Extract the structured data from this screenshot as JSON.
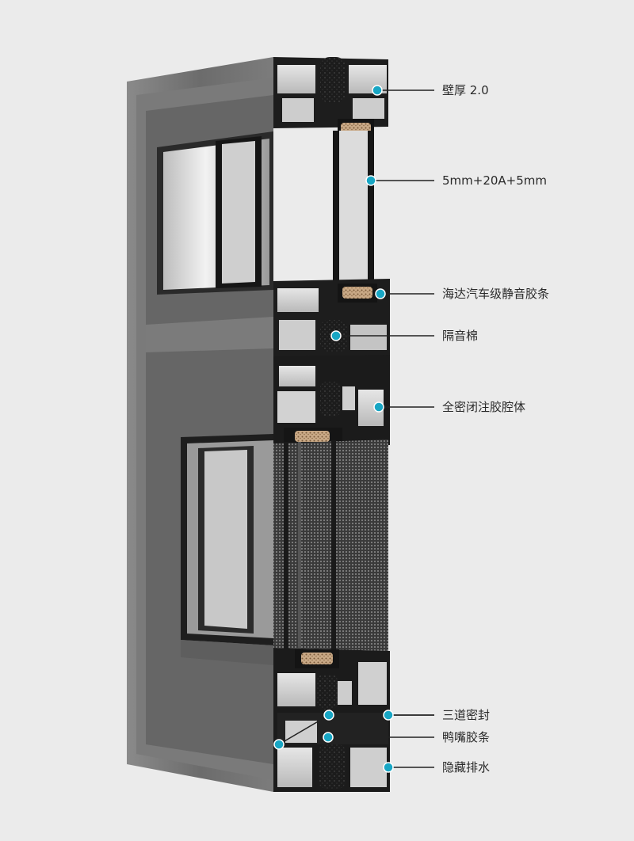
{
  "callouts": [
    {
      "id": "wall-thickness",
      "text": "壁厚 2.0"
    },
    {
      "id": "glass-spec",
      "text": "5mm+20A+5mm"
    },
    {
      "id": "sealing-strip",
      "text": "海达汽车级静音胶条"
    },
    {
      "id": "sound-insulation",
      "text": "隔音棉"
    },
    {
      "id": "glue-cavity",
      "text": "全密闭注胶腔体"
    },
    {
      "id": "triple-seal",
      "text": "三道密封"
    },
    {
      "id": "duckbill-strip",
      "text": "鸭嘴胶条"
    },
    {
      "id": "hidden-drainage",
      "text": "隐藏排水"
    }
  ],
  "colors": {
    "background": "#ebebeb",
    "frame": "#6f6f6f",
    "profile_dark": "#1b1b1b",
    "profile_light": "#d4d4d4",
    "accent_dot": "#18a6c4",
    "leader_line": "#222222"
  }
}
